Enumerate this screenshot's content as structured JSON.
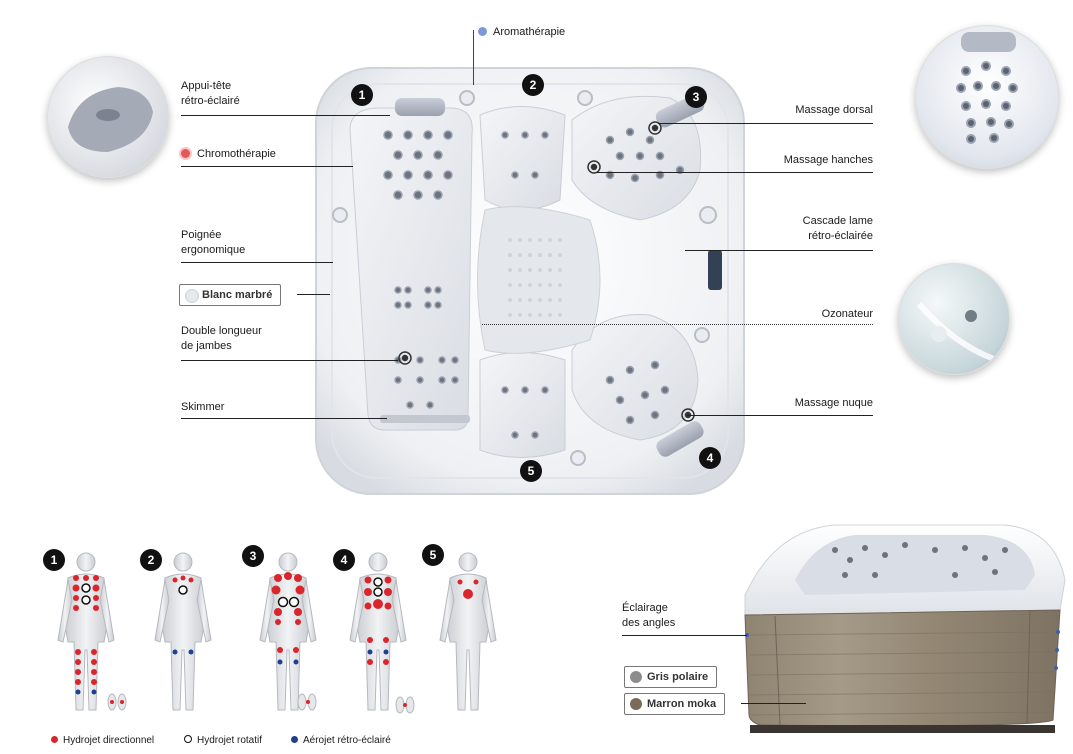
{
  "labels": {
    "appui_tete": [
      "Appui-tête",
      "rétro-éclairé"
    ],
    "chromotherapie": "Chromothérapie",
    "poignee": [
      "Poignée",
      "ergonomique"
    ],
    "double_longueur": [
      "Double longueur",
      "de jambes"
    ],
    "skimmer": "Skimmer",
    "aromatherapie": "Aromathérapie",
    "massage_dorsal": "Massage dorsal",
    "massage_hanches": "Massage hanches",
    "cascade": [
      "Cascade lame",
      "rétro-éclairée"
    ],
    "ozonateur": "Ozonateur",
    "massage_nuque": "Massage nuque",
    "eclairage": [
      "Éclairage",
      "des angles"
    ]
  },
  "seat_numbers": [
    "1",
    "2",
    "3",
    "4",
    "5"
  ],
  "colors_options": [
    {
      "name": "Blanc marbré",
      "color": "#e6e8ec"
    },
    {
      "name": "Gris polaire",
      "color": "#8d8d8d"
    },
    {
      "name": "Marron moka",
      "color": "#7a6a58"
    }
  ],
  "legend": [
    {
      "label": "Hydrojet directionnel",
      "color": "#d9262c",
      "style": "filled"
    },
    {
      "label": "Hydrojet rotatif",
      "color": "#111111",
      "style": "ring"
    },
    {
      "label": "Aérojet rétro-éclairé",
      "color": "#1f3f8f",
      "style": "filled"
    }
  ],
  "accent": {
    "red": "#d9262c",
    "blue": "#1f3f8f",
    "dark": "#111111"
  }
}
